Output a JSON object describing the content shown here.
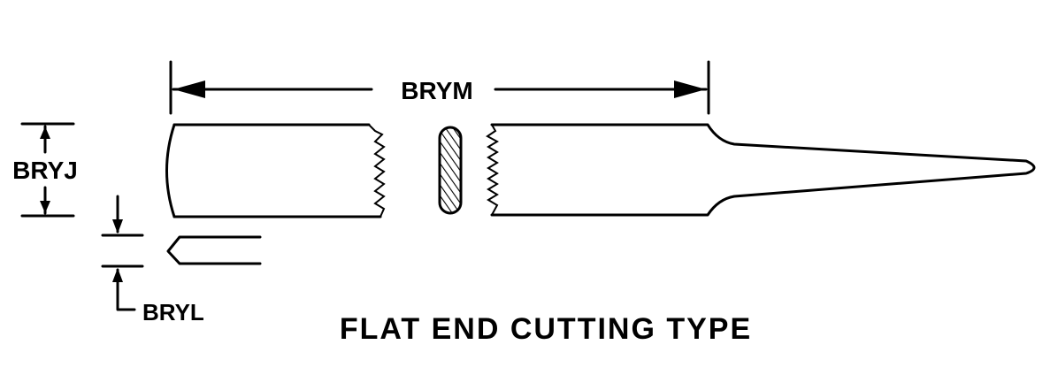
{
  "labels": {
    "length": "BRYM",
    "width": "BRYJ",
    "thickness": "BRYL"
  },
  "title": "FLAT END CUTTING TYPE"
}
